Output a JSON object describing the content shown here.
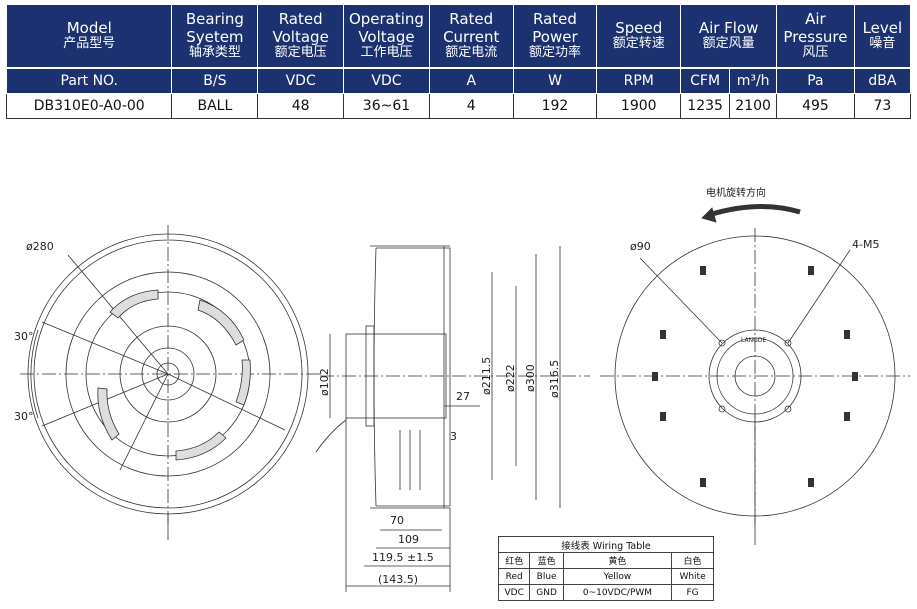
{
  "spec_table": {
    "headers": [
      {
        "en": "Model",
        "zh": "产品型号"
      },
      {
        "en": "Bearing Syetem",
        "zh": "轴承类型"
      },
      {
        "en": "Rated Voltage",
        "zh": "额定电压"
      },
      {
        "en": "Operating Voltage",
        "zh": "工作电压"
      },
      {
        "en": "Rated Current",
        "zh": "额定电流"
      },
      {
        "en": "Rated Power",
        "zh": "额定功率"
      },
      {
        "en": "Speed",
        "zh": "额定转速"
      },
      {
        "en": "Air Flow",
        "zh": "额定风量"
      },
      {
        "en": "Air Pressure",
        "zh": "风压"
      },
      {
        "en": "Level",
        "zh": "噪音"
      }
    ],
    "units": [
      "Part NO.",
      "B/S",
      "VDC",
      "VDC",
      "A",
      "W",
      "RPM",
      "CFM",
      "m³/h",
      "Pa",
      "dBA"
    ],
    "values": [
      "DB310E0-A0-00",
      "BALL",
      "48",
      "36~61",
      "4",
      "192",
      "1900",
      "1235",
      "2100",
      "495",
      "73"
    ]
  },
  "drawing": {
    "rotation_label": "电机旋转方向",
    "front_dia": "ø280",
    "angle_top": "30°",
    "angle_bottom": "30°",
    "dim_102": "ø102",
    "dim_211": "ø211.5",
    "dim_222": "ø222",
    "dim_300": "ø300",
    "dim_316": "ø316.5",
    "dim_27": "27",
    "dim_3": "3",
    "dim_70": "70",
    "dim_109": "109",
    "dim_119": "119.5 ±1.5",
    "dim_143": "(143.5)",
    "rear_dia": "ø90",
    "rear_m5": "4-M5",
    "brand": "LANGDE"
  },
  "wiring_table": {
    "title": "接线表 Wiring Table",
    "zh": [
      "红色",
      "蓝色",
      "黄色",
      "白色"
    ],
    "en": [
      "Red",
      "Blue",
      "Yellow",
      "White"
    ],
    "func": [
      "VDC",
      "GND",
      "0~10VDC/PWM",
      "FG"
    ]
  }
}
